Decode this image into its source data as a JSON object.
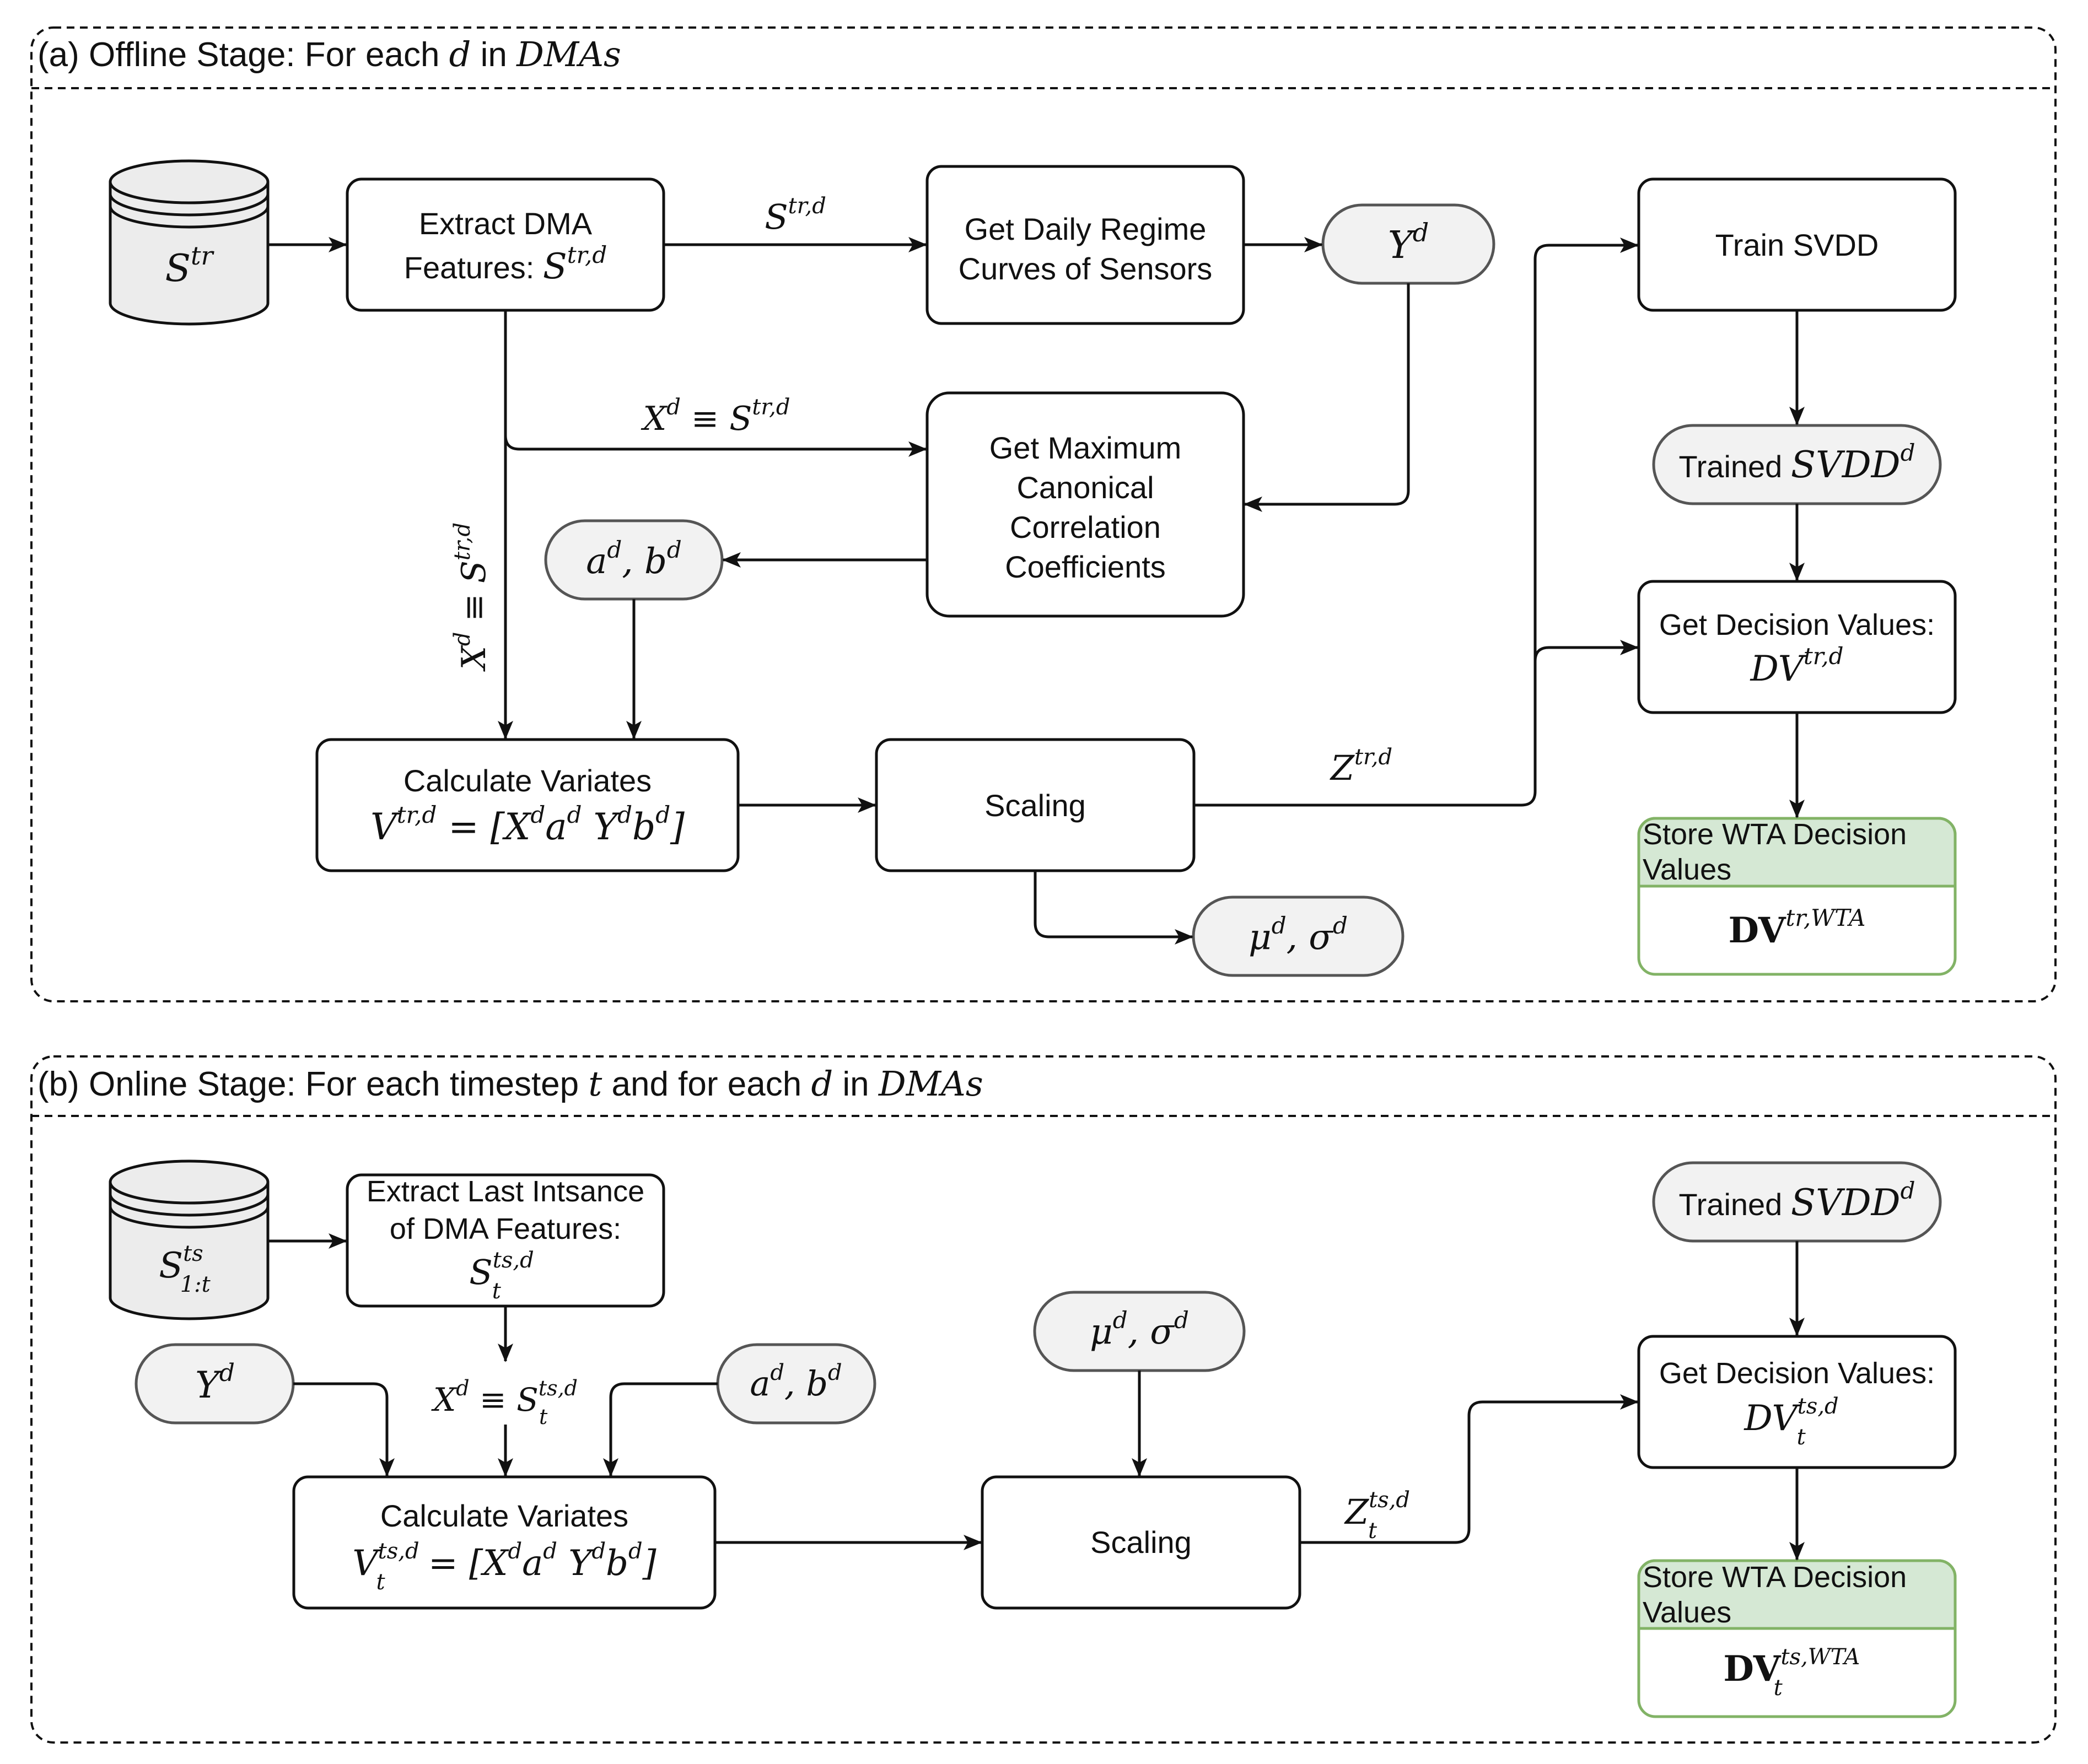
{
  "colors": {
    "pill_fill": "#f2f2f2",
    "store_header_fill": "#d5e8d4",
    "store_border": "#82b366",
    "db_fill": "#ececec"
  },
  "offline": {
    "header": {
      "prefix": "(a) Offline Stage: For each ",
      "var": "d",
      "mid": " in ",
      "set": "DMAs"
    },
    "db": "S^tr",
    "extract": {
      "line1": "Extract DMA",
      "line2": "Features: ",
      "math": "S^{tr,d}"
    },
    "edge_s_label": "S^{tr,d}",
    "regime": {
      "line1": "Get Daily Regime",
      "line2": "Curves of Sensors"
    },
    "y_pill": "Y^d",
    "edge_x_label": "X^d ≡ S^{tr,d}",
    "edge_x_vertical": "X^d ≡ S^{tr,d}",
    "cca": {
      "line1": "Get Maximum",
      "line2": "Canonical",
      "line3": "Correlation",
      "line4": "Coefficients"
    },
    "ab_pill": "a^d, b^d",
    "variates": {
      "line1": "Calculate Variates",
      "math": "V^{tr,d} = [X^d a^d Y^d b^d]"
    },
    "scaling": "Scaling",
    "edge_z_label": "Z^{tr,d}",
    "mu_pill": "μ^d, σ^d",
    "train": "Train SVDD",
    "trained": {
      "prefix": "Trained ",
      "math": "SVDD^d"
    },
    "decision": {
      "line1": "Get Decision Values:",
      "math": "DV^{tr,d}"
    },
    "store": {
      "line1": "Store WTA Decision",
      "line2": "Values",
      "math": "DV^{tr,WTA}"
    }
  },
  "online": {
    "header": {
      "prefix": "(b) Online Stage: For each timestep ",
      "var": "t",
      "mid": " and for each ",
      "var2": "d",
      "mid2": " in ",
      "set": "DMAs"
    },
    "db": "S^ts_1:t",
    "extract": {
      "line1": "Extract Last Intsance",
      "line2": "of DMA Features:",
      "math": "S_t^{ts,d}"
    },
    "y_pill": "Y^d",
    "edge_x_label": "X^d ≡ S_t^{ts,d}",
    "ab_pill": "a^d, b^d",
    "variates": {
      "line1": "Calculate Variates",
      "math": "V_t^{ts,d} = [X^d a^d Y^d b^d]"
    },
    "mu_pill": "μ^d, σ^d",
    "scaling": "Scaling",
    "edge_z_label": "Z_t^{ts,d}",
    "trained": {
      "prefix": "Trained ",
      "math": "SVDD^d"
    },
    "decision": {
      "line1": "Get Decision Values:",
      "math": "DV_t^{ts,d}"
    },
    "store": {
      "line1": "Store WTA Decision",
      "line2": "Values",
      "math": "DV_t^{ts,WTA}"
    }
  }
}
